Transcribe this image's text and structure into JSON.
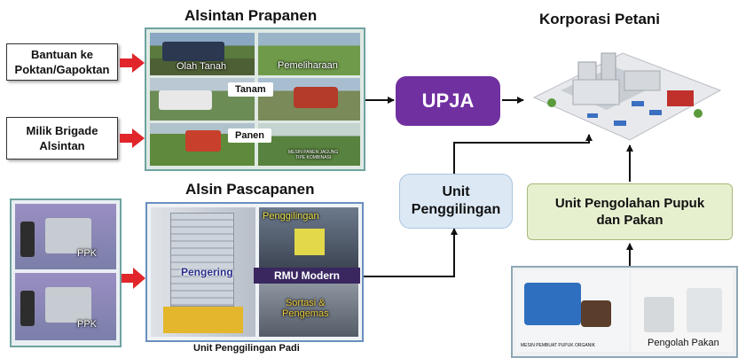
{
  "left_boxes": {
    "bantuan": "Bantuan ke\nPoktan/Gapoktan",
    "milik": "Milik Brigade\nAlsintan"
  },
  "prapanen": {
    "title": "Alsintan Prapanen",
    "olah_tanah": "Olah Tanah",
    "pemeliharaan": "Pemeliharaan",
    "tanam": "Tanam",
    "panen": "Panen",
    "mesin_jagung": "MESIN PANEN JAGUNG\nTIPE KOMBINASI"
  },
  "pascapanen": {
    "title": "Alsin Pascapanen",
    "pengering": "Pengering",
    "penggilingan": "Penggilingan",
    "rmu": "RMU Modern",
    "sortasi": "Sortasi &\nPengemas",
    "caption": "Unit Penggilingan Padi",
    "ppk": "PPK"
  },
  "upja": "UPJA",
  "korporasi": "Korporasi Petani",
  "unit_penggilingan": "Unit\nPenggilingan",
  "unit_pengolahan": "Unit  Pengolahan Pupuk\ndan Pakan",
  "machines": {
    "mesin_pupuk": "MESIN PEMBUAT PUPUK ORGANIK",
    "pengolah_pakan": "Pengolah Pakan"
  },
  "colors": {
    "upja": "#7030a0",
    "arrow_red": "#e0262a",
    "unit_penggilingan": "#dce9f5",
    "unit_pengolahan": "#e6f0cf",
    "rmu": "#3a2760"
  }
}
